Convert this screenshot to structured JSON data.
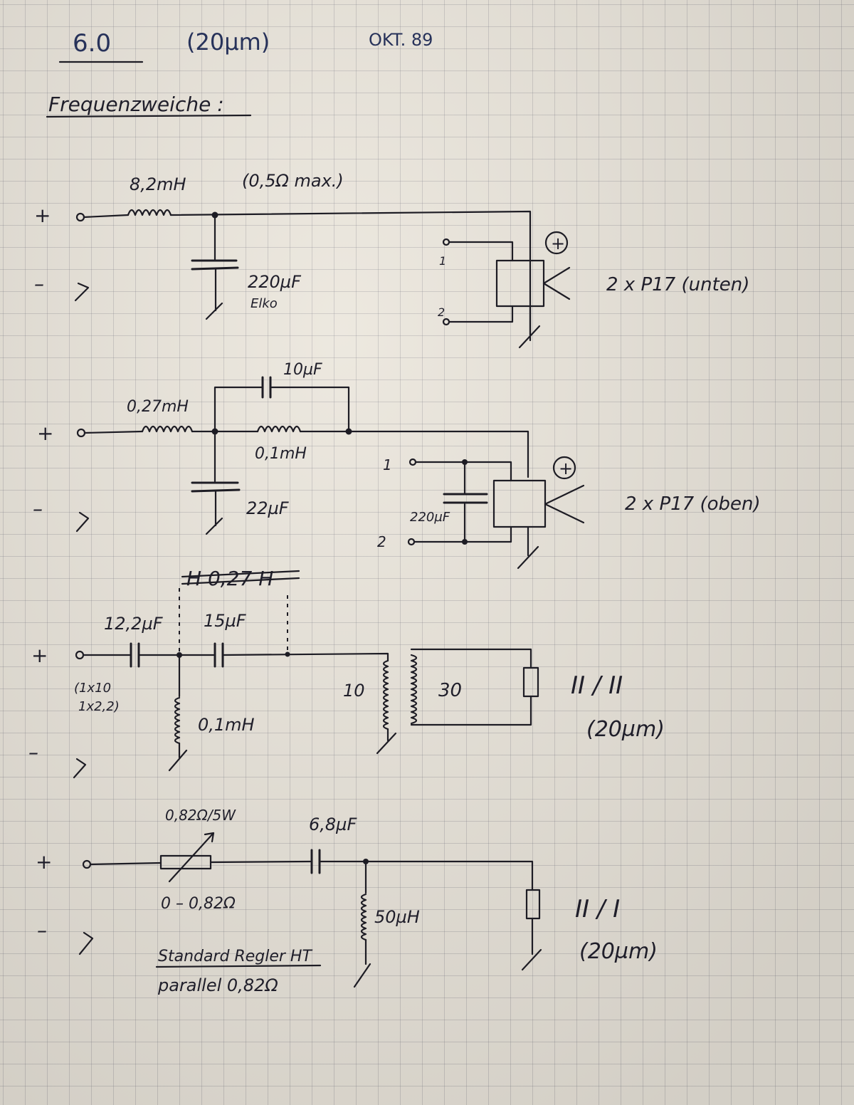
{
  "header": {
    "version": "6.0",
    "size": "(20µm)",
    "date": "OKT. 89",
    "section_title": "Frequenzweiche :"
  },
  "circuit1": {
    "plus": "+",
    "minus": "–",
    "inductor": "8,2mH",
    "inductor_note": "(0,5Ω max.)",
    "capacitor": "220µF",
    "capacitor_type": "Elko",
    "terminal_1": "1",
    "terminal_2": "2",
    "driver_polarity": "+",
    "driver_label": "2 x P17 (unten)"
  },
  "circuit2": {
    "plus": "+",
    "minus": "–",
    "inductor_series": "0,27mH",
    "capacitor_bridge": "10µF",
    "inductor_bridge": "0,1mH",
    "capacitor_shunt": "22µF",
    "terminal_1": "1",
    "terminal_2": "2",
    "capacitor_driver": "220µF",
    "driver_polarity": "+",
    "driver_label": "2 x P17 (oben)"
  },
  "circuit3": {
    "plus": "+",
    "minus": "–",
    "struck_note": "H 0,27 H",
    "capacitor_1": "12,2µF",
    "capacitor_1_detail_a": "(1x10",
    "capacitor_1_detail_b": "1x2,2)",
    "capacitor_2": "15µF",
    "inductor_shunt": "0,1mH",
    "transformer_primary": "10",
    "transformer_secondary": "30",
    "driver_label": "II / II",
    "driver_size": "(20µm)"
  },
  "circuit4": {
    "plus": "+",
    "minus": "–",
    "resistor": "0,82Ω/5W",
    "resistor_range": "0 – 0,82Ω",
    "capacitor": "6,8µF",
    "inductor": "50µH",
    "note_line1": "Standard Regler HT",
    "note_line2": "parallel 0,82Ω",
    "driver_label": "II / I",
    "driver_size": "(20µm)"
  }
}
